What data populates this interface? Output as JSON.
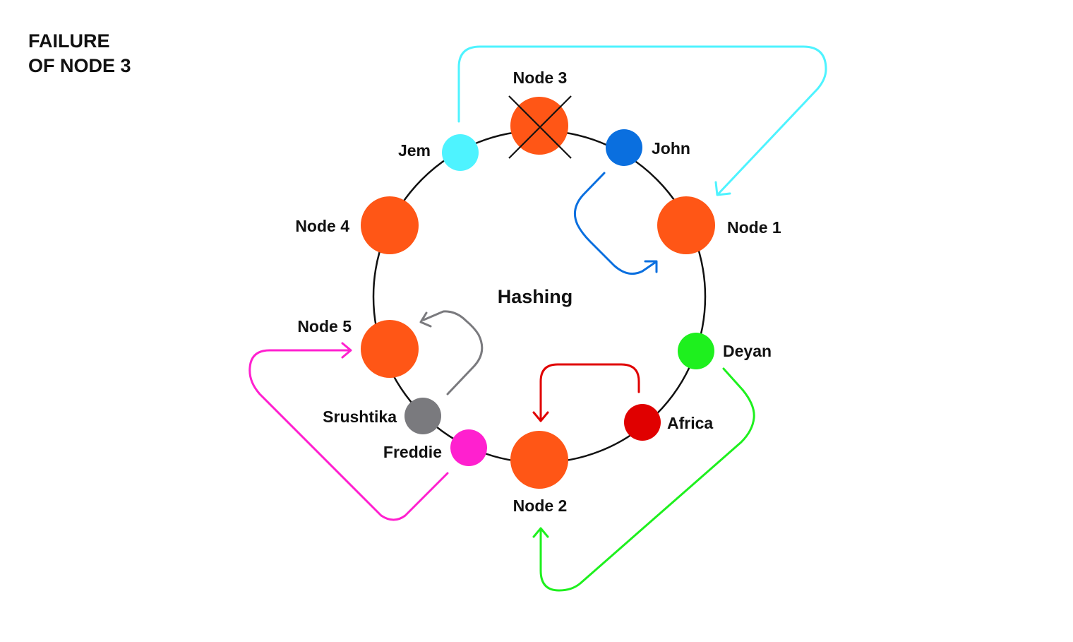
{
  "title": {
    "line1": "FAILURE",
    "line2": "OF NODE 3"
  },
  "center_label": "Hashing",
  "nodes": [
    {
      "label": "Node 1",
      "status": "active"
    },
    {
      "label": "Node 2",
      "status": "active"
    },
    {
      "label": "Node 3",
      "status": "failed"
    },
    {
      "label": "Node 4",
      "status": "active"
    },
    {
      "label": "Node 5",
      "status": "active"
    }
  ],
  "keys": [
    {
      "label": "Jem",
      "color": "#4ef3ff",
      "maps_to": "Node 1"
    },
    {
      "label": "John",
      "color": "#0a6fdf",
      "maps_to": "Node 1"
    },
    {
      "label": "Deyan",
      "color": "#1ef01e",
      "maps_to": "Node 2"
    },
    {
      "label": "Africa",
      "color": "#e00000",
      "maps_to": "Node 2"
    },
    {
      "label": "Freddie",
      "color": "#ff20cf",
      "maps_to": "Node 5"
    },
    {
      "label": "Srushtika",
      "color": "#7a7a7e",
      "maps_to": "Node 5"
    }
  ],
  "colors": {
    "node": "#ff5616",
    "ring": "#111111"
  }
}
